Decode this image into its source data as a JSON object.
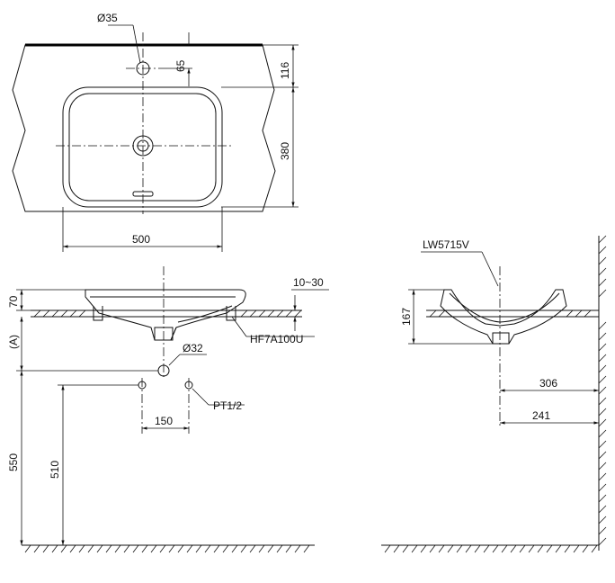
{
  "labels": {
    "top_hole_dia": "Ø35",
    "hole_offset": "65",
    "top_depth": "116",
    "basin_depth": "380",
    "basin_width": "500",
    "front_height": "70",
    "front_ref": "(A)",
    "counter_thickness": "10~30",
    "fitting_code": "HF7A100U",
    "drain_dia": "Ø32",
    "supply_thread": "PT1/2",
    "supply_spacing": "150",
    "floor_to_counter": "550",
    "floor_to_supply": "510",
    "model_code": "LW5715V",
    "side_height": "167",
    "wall_to_edge": "306",
    "wall_to_drain": "241"
  }
}
